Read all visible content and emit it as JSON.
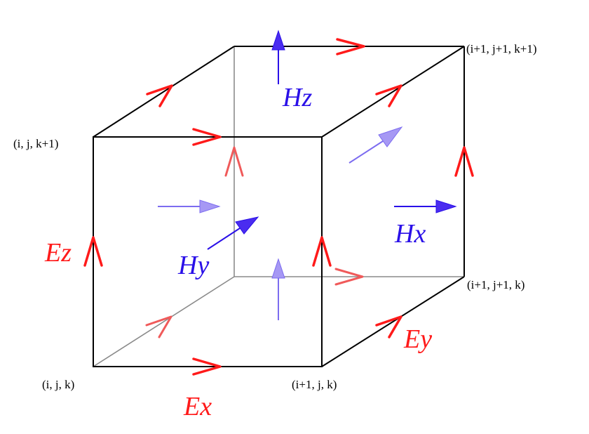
{
  "colors": {
    "edge": "#000000",
    "hidden_edge": "#808080",
    "e_field": "#ff1a1a",
    "e_field_back": "#f05a5a",
    "h_field": "#2a10e8",
    "h_field_back": "#7c6cf0",
    "background": "#ffffff"
  },
  "corners": {
    "c_000": "(i, j, k)",
    "c_100": "(i+1, j, k)",
    "c_110": "(i+1, j+1, k)",
    "c_111": "(i+1, j+1, k+1)",
    "c_001": "(i, j, k+1)"
  },
  "fields": {
    "ex": "Ex",
    "ey": "Ey",
    "ez": "Ez",
    "hx": "Hx",
    "hy": "Hy",
    "hz": "Hz"
  }
}
